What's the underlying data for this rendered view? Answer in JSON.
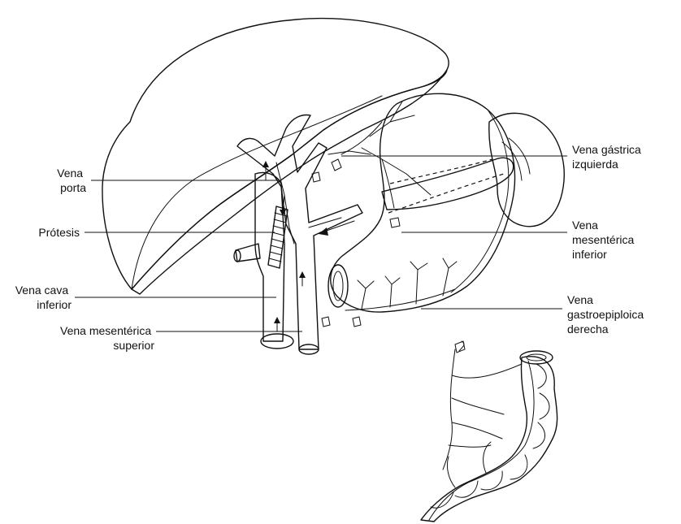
{
  "labels": {
    "vena_porta": [
      "Vena",
      "porta"
    ],
    "protesis": [
      "Prótesis"
    ],
    "vena_cava_inferior": [
      "Vena cava",
      "inferior"
    ],
    "vena_mesenterica_superior": [
      "Vena mesentérica",
      "superior"
    ],
    "vena_gastrica_izquierda": [
      "Vena gástrica",
      "izquierda"
    ],
    "vena_mesenterica_inferior": [
      "Vena",
      "mesentérica",
      "inferior"
    ],
    "vena_gastroepiploica_derecha": [
      "Vena",
      "gastroepiploica",
      "derecha"
    ]
  },
  "colors": {
    "liver_fill": "#a9a9a9",
    "organ_fill": "#ececec",
    "outline": "#111111",
    "background": "#ffffff"
  }
}
